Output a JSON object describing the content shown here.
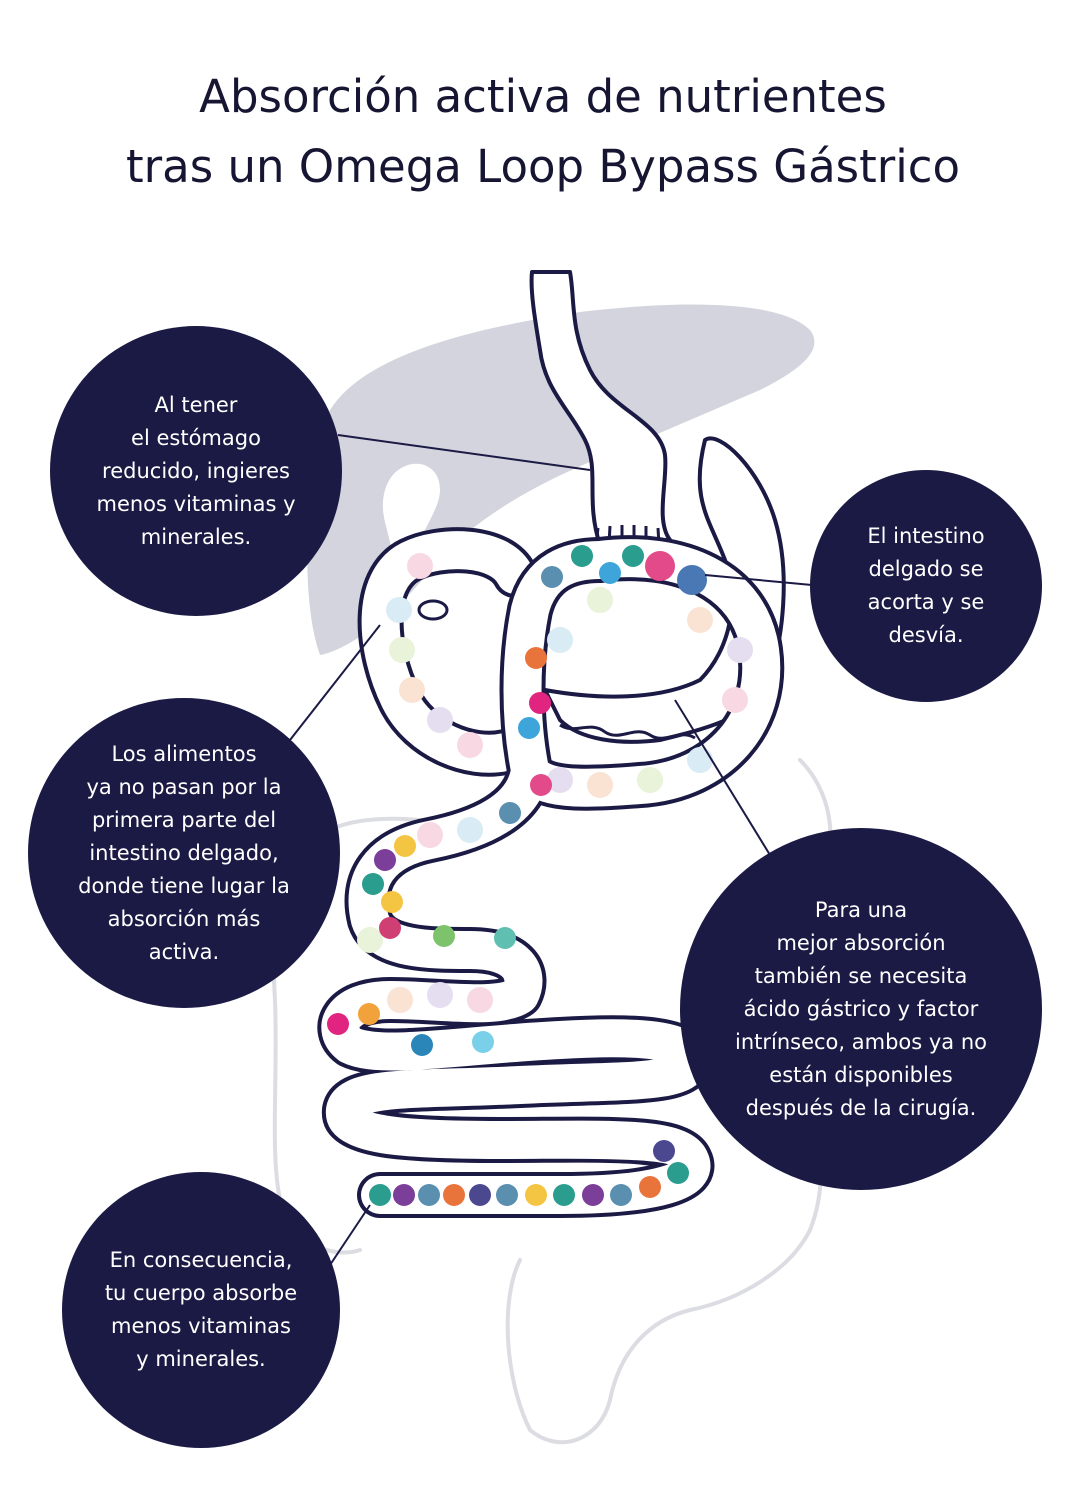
{
  "title": {
    "line1": "Absorción activa de nutrientes",
    "line2": "tras un Omega Loop Bypass Gástrico"
  },
  "callouts": {
    "stomach": "Al tener\nel estómago\nreducido, ingieres\nmenos vitaminas y\nminerales.",
    "intestine_short": "El intestino\ndelgado se\nacorta y se\ndesvía.",
    "first_part": "Los alimentos\nya no pasan por la\nprimera parte del\nintestino delgado,\ndonde tiene lugar la\nabsorción más\nactiva.",
    "acid_factor": "Para una\nmejor absorción\ntambién se necesita\nácido gástrico y factor\nintrínseco, ambos ya no\nestán disponibles\ndespués de la cirugía.",
    "consequence": "En consecuencia,\ntu cuerpo absorbe\nmenos vitaminas\ny minerales."
  },
  "colors": {
    "bubble": "#1b1a45",
    "outline": "#1b1a45",
    "liver": "#d3d4dd",
    "colon_outline": "#dcdce3",
    "nutrients": [
      "#2a9d8f",
      "#7b3f99",
      "#5a8fb0",
      "#e8743b",
      "#4b4890",
      "#f4c542",
      "#e0247f",
      "#3da5d9",
      "#7cc36b",
      "#e24a8a",
      "#79d0e8",
      "#cf3f73"
    ]
  }
}
